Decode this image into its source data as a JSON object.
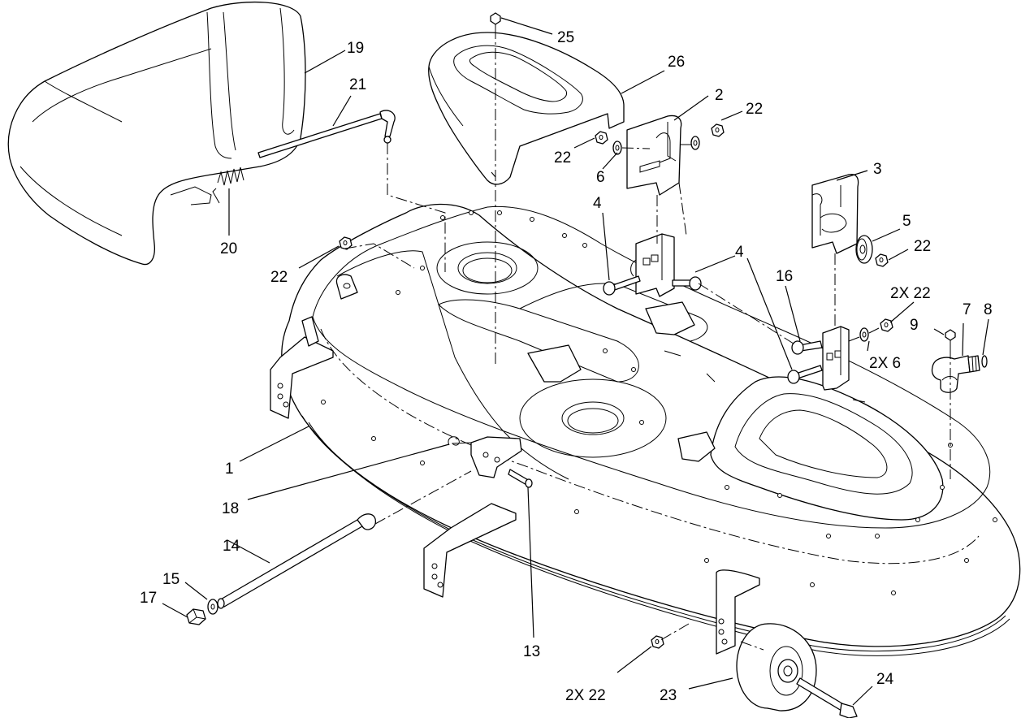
{
  "callouts": {
    "c1": "1",
    "c2": "2",
    "c3": "3",
    "c4a": "4",
    "c4b": "4",
    "c5": "5",
    "c6a": "6",
    "c6b": "2X 6",
    "c7": "7",
    "c8": "8",
    "c9": "9",
    "c13": "13",
    "c14": "14",
    "c15": "15",
    "c16": "16",
    "c17": "17",
    "c18": "18",
    "c19": "19",
    "c20": "20",
    "c21": "21",
    "c22a": "22",
    "c22b": "22",
    "c22c": "22",
    "c22d": "22",
    "c22e": "2X 22",
    "c22f": "2X 22",
    "c23": "23",
    "c24": "24",
    "c25": "25",
    "c26": "26"
  }
}
